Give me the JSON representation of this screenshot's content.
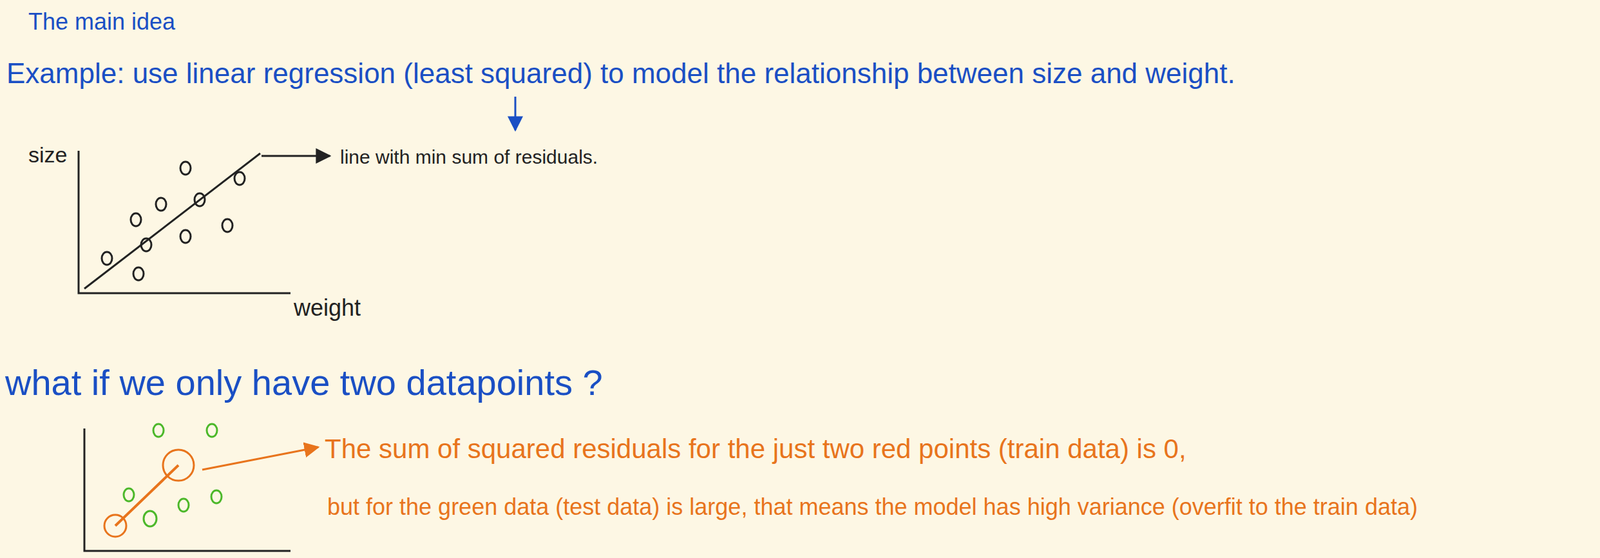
{
  "diagram": {
    "title": "The main idea",
    "labels": [
      "Example: use linear regression (least squared) to model the relationship between size and weight.",
      "line with min sum of residuals.",
      "size",
      "weight",
      "what if we only have two datapoints ?",
      "The sum of squared residuals for the just two red points (train data) is 0,",
      "but for the green data (test data) is large, that means the model has high variance (overfit to the train data)"
    ]
  }
}
